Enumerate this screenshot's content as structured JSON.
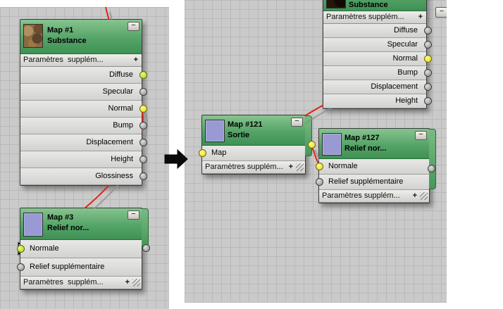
{
  "ui": {
    "minimize_glyph": "−",
    "plus_glyph": "+",
    "colors": {
      "header_green": "#55a468",
      "wire_red": "#dd2414",
      "dot_yellow": "#e6de19",
      "dot_yellow_green": "#b9d319",
      "dot_gray": "#a8a8a8",
      "canvas_gray": "#cacaca"
    },
    "icons": {
      "before_after_arrow": "right-arrow",
      "mouse_cursor": "arrow-cursor",
      "resize_grip": "diagonal-grip"
    }
  },
  "left_panel": {
    "map1": {
      "title": "Map #1",
      "subtitle": "Substance",
      "params_label": "Paramètres  supplém...",
      "slots": [
        "Diffuse",
        "Specular",
        "Normal",
        "Bump",
        "Displacement",
        "Height",
        "Glossiness"
      ]
    },
    "map3": {
      "title": "Map #3",
      "subtitle": "Relief nor...",
      "params_label": "Paramètres  supplém...",
      "inputs": [
        "Normale",
        "Relief supplémentaire"
      ]
    }
  },
  "right_panel": {
    "substance": {
      "title": "Substance",
      "params_label": "Paramètres supplém...",
      "slots": [
        "Diffuse",
        "Specular",
        "Normal",
        "Bump",
        "Displacement",
        "Height"
      ]
    },
    "map121": {
      "title": "Map #121",
      "subtitle": "Sortie",
      "params_label": "Paramètres supplém...",
      "inputs": [
        "Map"
      ]
    },
    "map127": {
      "title": "Map #127",
      "subtitle": "Relief nor...",
      "params_label": "Paramètres supplém...",
      "inputs": [
        "Normale",
        "Relief supplémentaire"
      ]
    }
  }
}
